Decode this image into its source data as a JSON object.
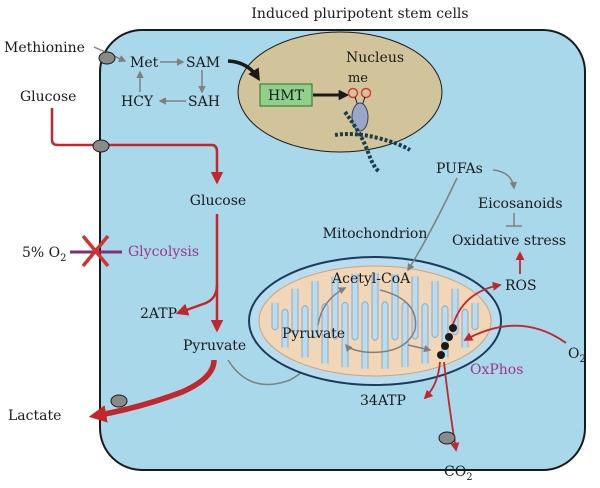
{
  "title": "Induced pluripotent stem cells",
  "colors": {
    "cell_fill": "#a8d8ea",
    "cell_stroke": "#1a1a1a",
    "nucleus_fill": "#d2c49a",
    "mito_fill": "#b9dcef",
    "mito_inner": "#f2d6b8",
    "red_arrow": "#c1272d",
    "grey_arrow": "#7f7f7f",
    "hmt_fill": "#8fd18a",
    "purple_text": "#a0358f"
  },
  "labels": {
    "methionine": "Methionine",
    "met": "Met",
    "sam": "SAM",
    "hcy": "HCY",
    "sah": "SAH",
    "nucleus": "Nucleus",
    "hmt": "HMT",
    "me": "me",
    "glucose_outside": "Glucose",
    "glucose_inside": "Glucose",
    "oxygen_low_prefix": "5% O",
    "oxygen_low_sub": "2",
    "glycolysis": "Glycolysis",
    "two_atp": "2ATP",
    "pyruvate_cyto": "Pyruvate",
    "lactate": "Lactate",
    "pufas": "PUFAs",
    "eicosanoids": "Eicosanoids",
    "oxidative_stress": "Oxidative stress",
    "mitochondrion": "Mitochondrion",
    "acetyl_coa": "Acetyl-CoA",
    "pyruvate_mito": "Pyruvate",
    "ros": "ROS",
    "oxphos": "OxPhos",
    "o2_prefix": "O",
    "o2_sub": "2",
    "atp_34": "34ATP",
    "co2_prefix": "CO",
    "co2_sub": "2"
  }
}
